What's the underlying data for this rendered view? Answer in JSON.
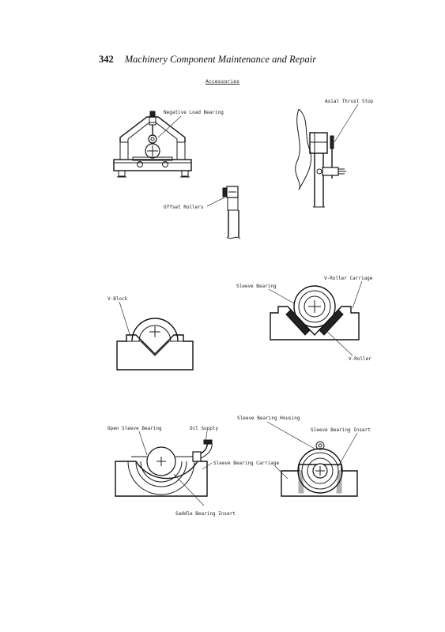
{
  "header": {
    "page_number": "342",
    "running_title": "Machinery Component Maintenance and Repair"
  },
  "section_title": "Accessories",
  "labels": {
    "negative_load_bearing": "Negative Load Bearing",
    "axial_thrust_stop": "Axial Thrust Stop",
    "offset_rollers": "Offset Rollers",
    "v_roller_carriage": "V-Roller Carriage",
    "sleeve_bearing": "Sleeve Bearing",
    "v_block": "V-Block",
    "v_roller": "V-Roller",
    "sleeve_bearing_housing": "Sleeve Bearing Housing",
    "open_sleeve_bearing": "Open Sleeve Bearing",
    "oil_supply": "Oil Supply",
    "sleeve_bearing_insert": "Sleeve Bearing Insert",
    "sleeve_bearing_carriage": "Sleeve Bearing Carriage",
    "saddle_bearing_insert": "Saddle Bearing Insert"
  }
}
